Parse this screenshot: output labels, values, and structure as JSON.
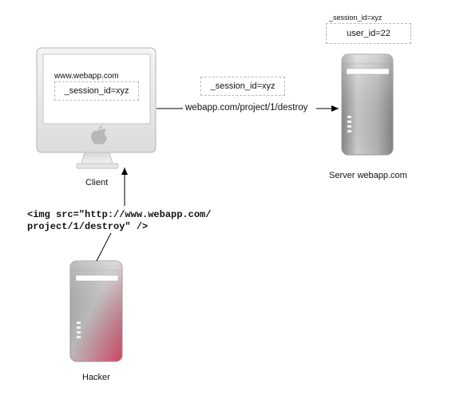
{
  "client": {
    "browser_url": "www.webapp.com",
    "cookie": "_session_id=xyz",
    "label": "Client"
  },
  "request": {
    "cookie": "_session_id=xyz",
    "url": "webapp.com/project/1/destroy"
  },
  "server": {
    "session_label": "_session_id=xyz",
    "user_value": "user_id=22",
    "label": "Server webapp.com"
  },
  "hacker": {
    "label": "Hacker",
    "code_line1": "<img src=\"http://www.webapp.com/",
    "code_line2": "project/1/destroy\" />"
  },
  "colors": {
    "hacker_tower_tint": "#d4506a",
    "tower_gray": "#bdbdbd"
  }
}
